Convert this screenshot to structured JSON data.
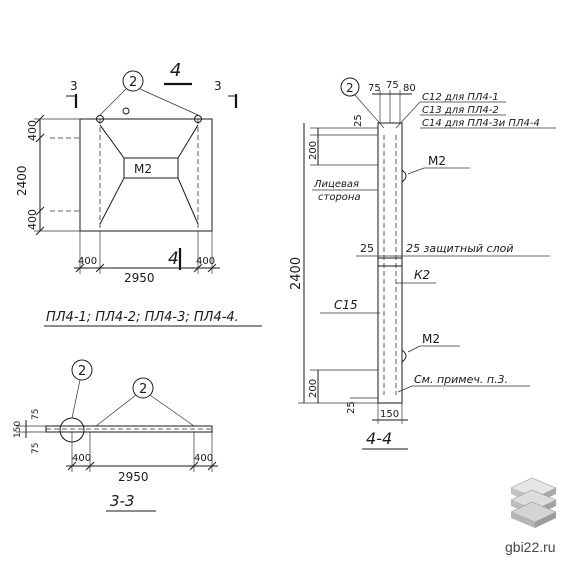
{
  "front_view": {
    "callout": "2",
    "section_marks": [
      "3",
      "4",
      "3"
    ],
    "section_bottom": "4",
    "center_label": "M2",
    "height": "2400",
    "edge_dim_top": "400",
    "edge_dim_bottom": "400",
    "width": "2950",
    "left_offset": "400",
    "right_offset": "400",
    "caption": "ПЛ4-1; ПЛ4-2; ПЛ4-3; ПЛ4-4."
  },
  "section_4": {
    "callout": "2",
    "dims_top": [
      "75",
      "75",
      "80"
    ],
    "notes": [
      "С12 для ПЛ4-1",
      "С13 для ПЛ4-2",
      "С14 для ПЛ4-3и ПЛ4-4"
    ],
    "dim_25_top": "25",
    "dim_200_top": "200",
    "loop_top": "M2",
    "face_label_1": "Лицевая",
    "face_label_2": "сторона",
    "height": "2400",
    "cover_left": "25",
    "cover_right": "25 защитный слой",
    "frame": "К2",
    "mesh": "С15",
    "loop_bottom": "M2",
    "dim_200_bottom": "200",
    "remark": "См. примеч. п.3.",
    "dim_25_bottom": "25",
    "thickness": "150",
    "title": "4-4"
  },
  "section_3": {
    "callout_left": "2",
    "callout_right": "2",
    "dim_150": "150",
    "dim_75_a": "75",
    "dim_75_b": "75",
    "left_offset": "400",
    "length": "2950",
    "right_offset": "400",
    "title": "3-3"
  },
  "watermark": "gbi22.ru"
}
